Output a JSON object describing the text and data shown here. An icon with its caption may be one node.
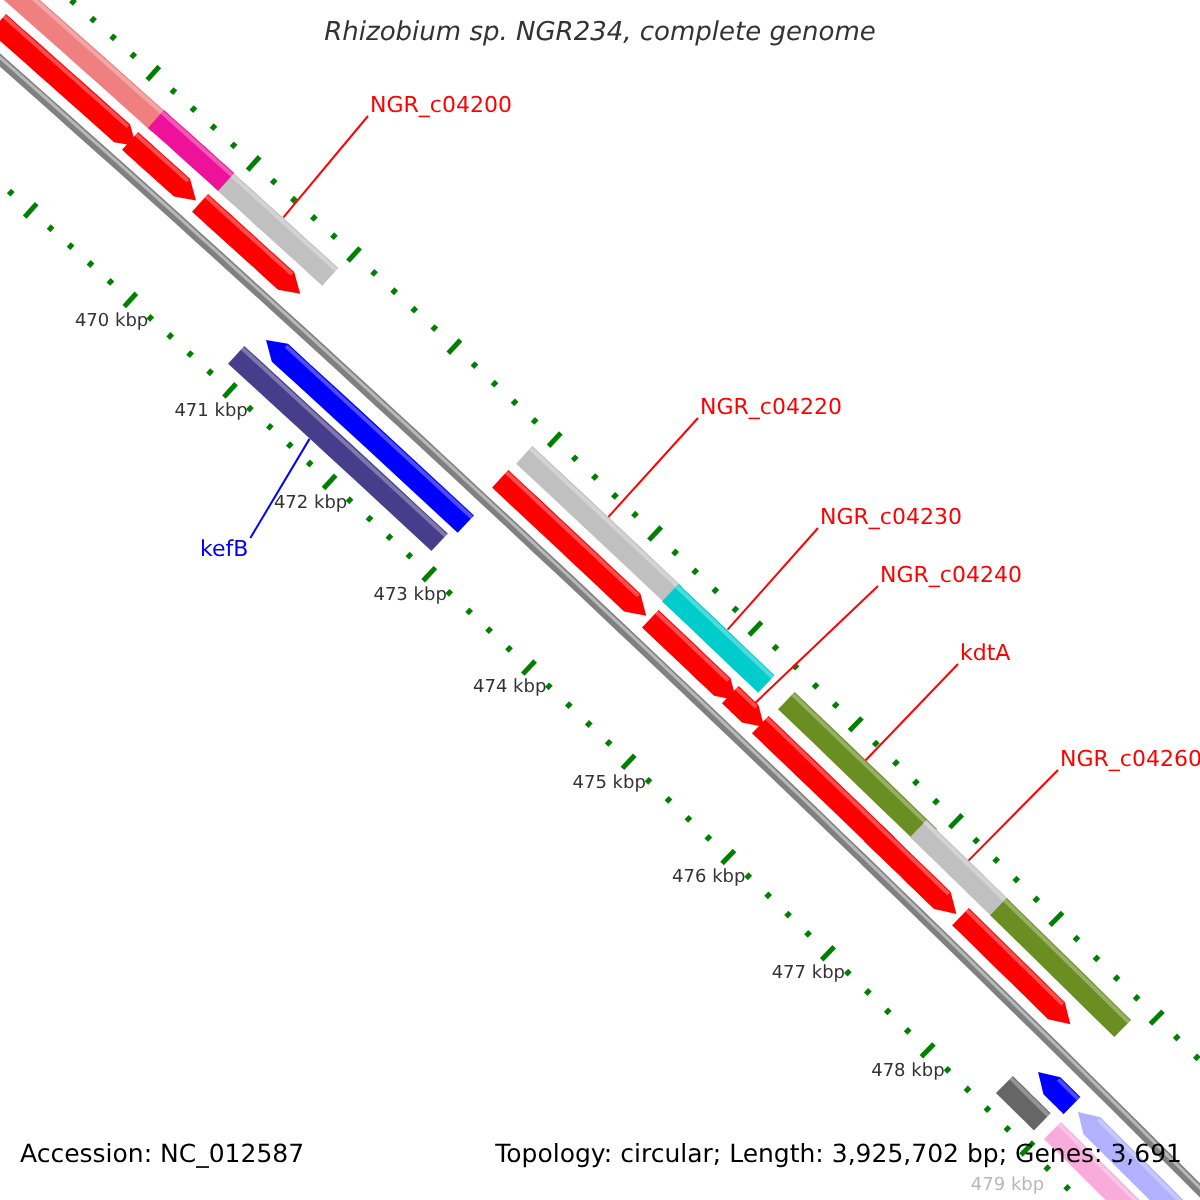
{
  "diagram": {
    "title": "Rhizobium sp. NGR234, complete genome",
    "nodes": [
      {
        "text": [
          "NGR_c04200"
        ]
      },
      {
        "text": [],
        "shape": "bar"
      },
      {
        "text": [
          "kefB"
        ]
      },
      {
        "text": [],
        "shape": "bar"
      },
      {
        "text": [
          "NGR_c04220"
        ]
      },
      {
        "text": [],
        "shape": "bar"
      },
      {
        "text": [
          "NGR_c04230"
        ]
      },
      {
        "text": [],
        "shape": "bar"
      },
      {
        "text": [
          "NGR_c04240"
        ]
      },
      {
        "text": [],
        "shape": "arrow"
      },
      {
        "text": [
          "kdtA"
        ]
      },
      {
        "text": [],
        "shape": "bar"
      },
      {
        "text": [
          "NGR_c04260"
        ]
      },
      {
        "text": [],
        "shape": "bar"
      },
      {
        "text": [],
        "shape": "bar"
      },
      {
        "text": [],
        "shape": "arrow"
      },
      {
        "text": [],
        "shape": "arrow"
      },
      {
        "text": [],
        "shape": "bar"
      },
      {
        "text": [],
        "shape": "arrow"
      },
      {
        "text": [],
        "shape": "arrow"
      },
      {
        "text": [],
        "shape": "arrow"
      },
      {
        "text": [],
        "shape": "arrow"
      },
      {
        "text": [],
        "shape": "arrow"
      },
      {
        "text": [],
        "shape": "arrow"
      },
      {
        "text": [],
        "shape": "arrow"
      },
      {
        "text": [],
        "shape": "bar"
      },
      {
        "text": [],
        "shape": "bar"
      },
      {
        "text": [],
        "shape": "arrow"
      },
      {
        "text": [],
        "shape": "bar"
      },
      {
        "text": [],
        "shape": "arrow"
      }
    ],
    "edges": [
      {
        "from": 0,
        "to": 1,
        "arrow": "none"
      },
      {
        "from": 2,
        "to": 3,
        "arrow": "none",
        "color": "#0000ff"
      },
      {
        "from": 4,
        "to": 5,
        "arrow": "none"
      },
      {
        "from": 6,
        "to": 7,
        "arrow": "none"
      },
      {
        "from": 8,
        "to": 9,
        "arrow": "none"
      },
      {
        "from": 10,
        "to": 11,
        "arrow": "none"
      },
      {
        "from": 12,
        "to": 13,
        "arrow": "none"
      }
    ],
    "labels": [
      "470 kbp",
      "471 kbp",
      "472 kbp",
      "473 kbp",
      "474 kbp",
      "475 kbp",
      "476 kbp",
      "477 kbp",
      "478 kbp",
      "479 kbp",
      "Accession: NC_012587",
      "Topology: circular; Length: 3,925,702 bp; Genes: 3,691"
    ]
  }
}
